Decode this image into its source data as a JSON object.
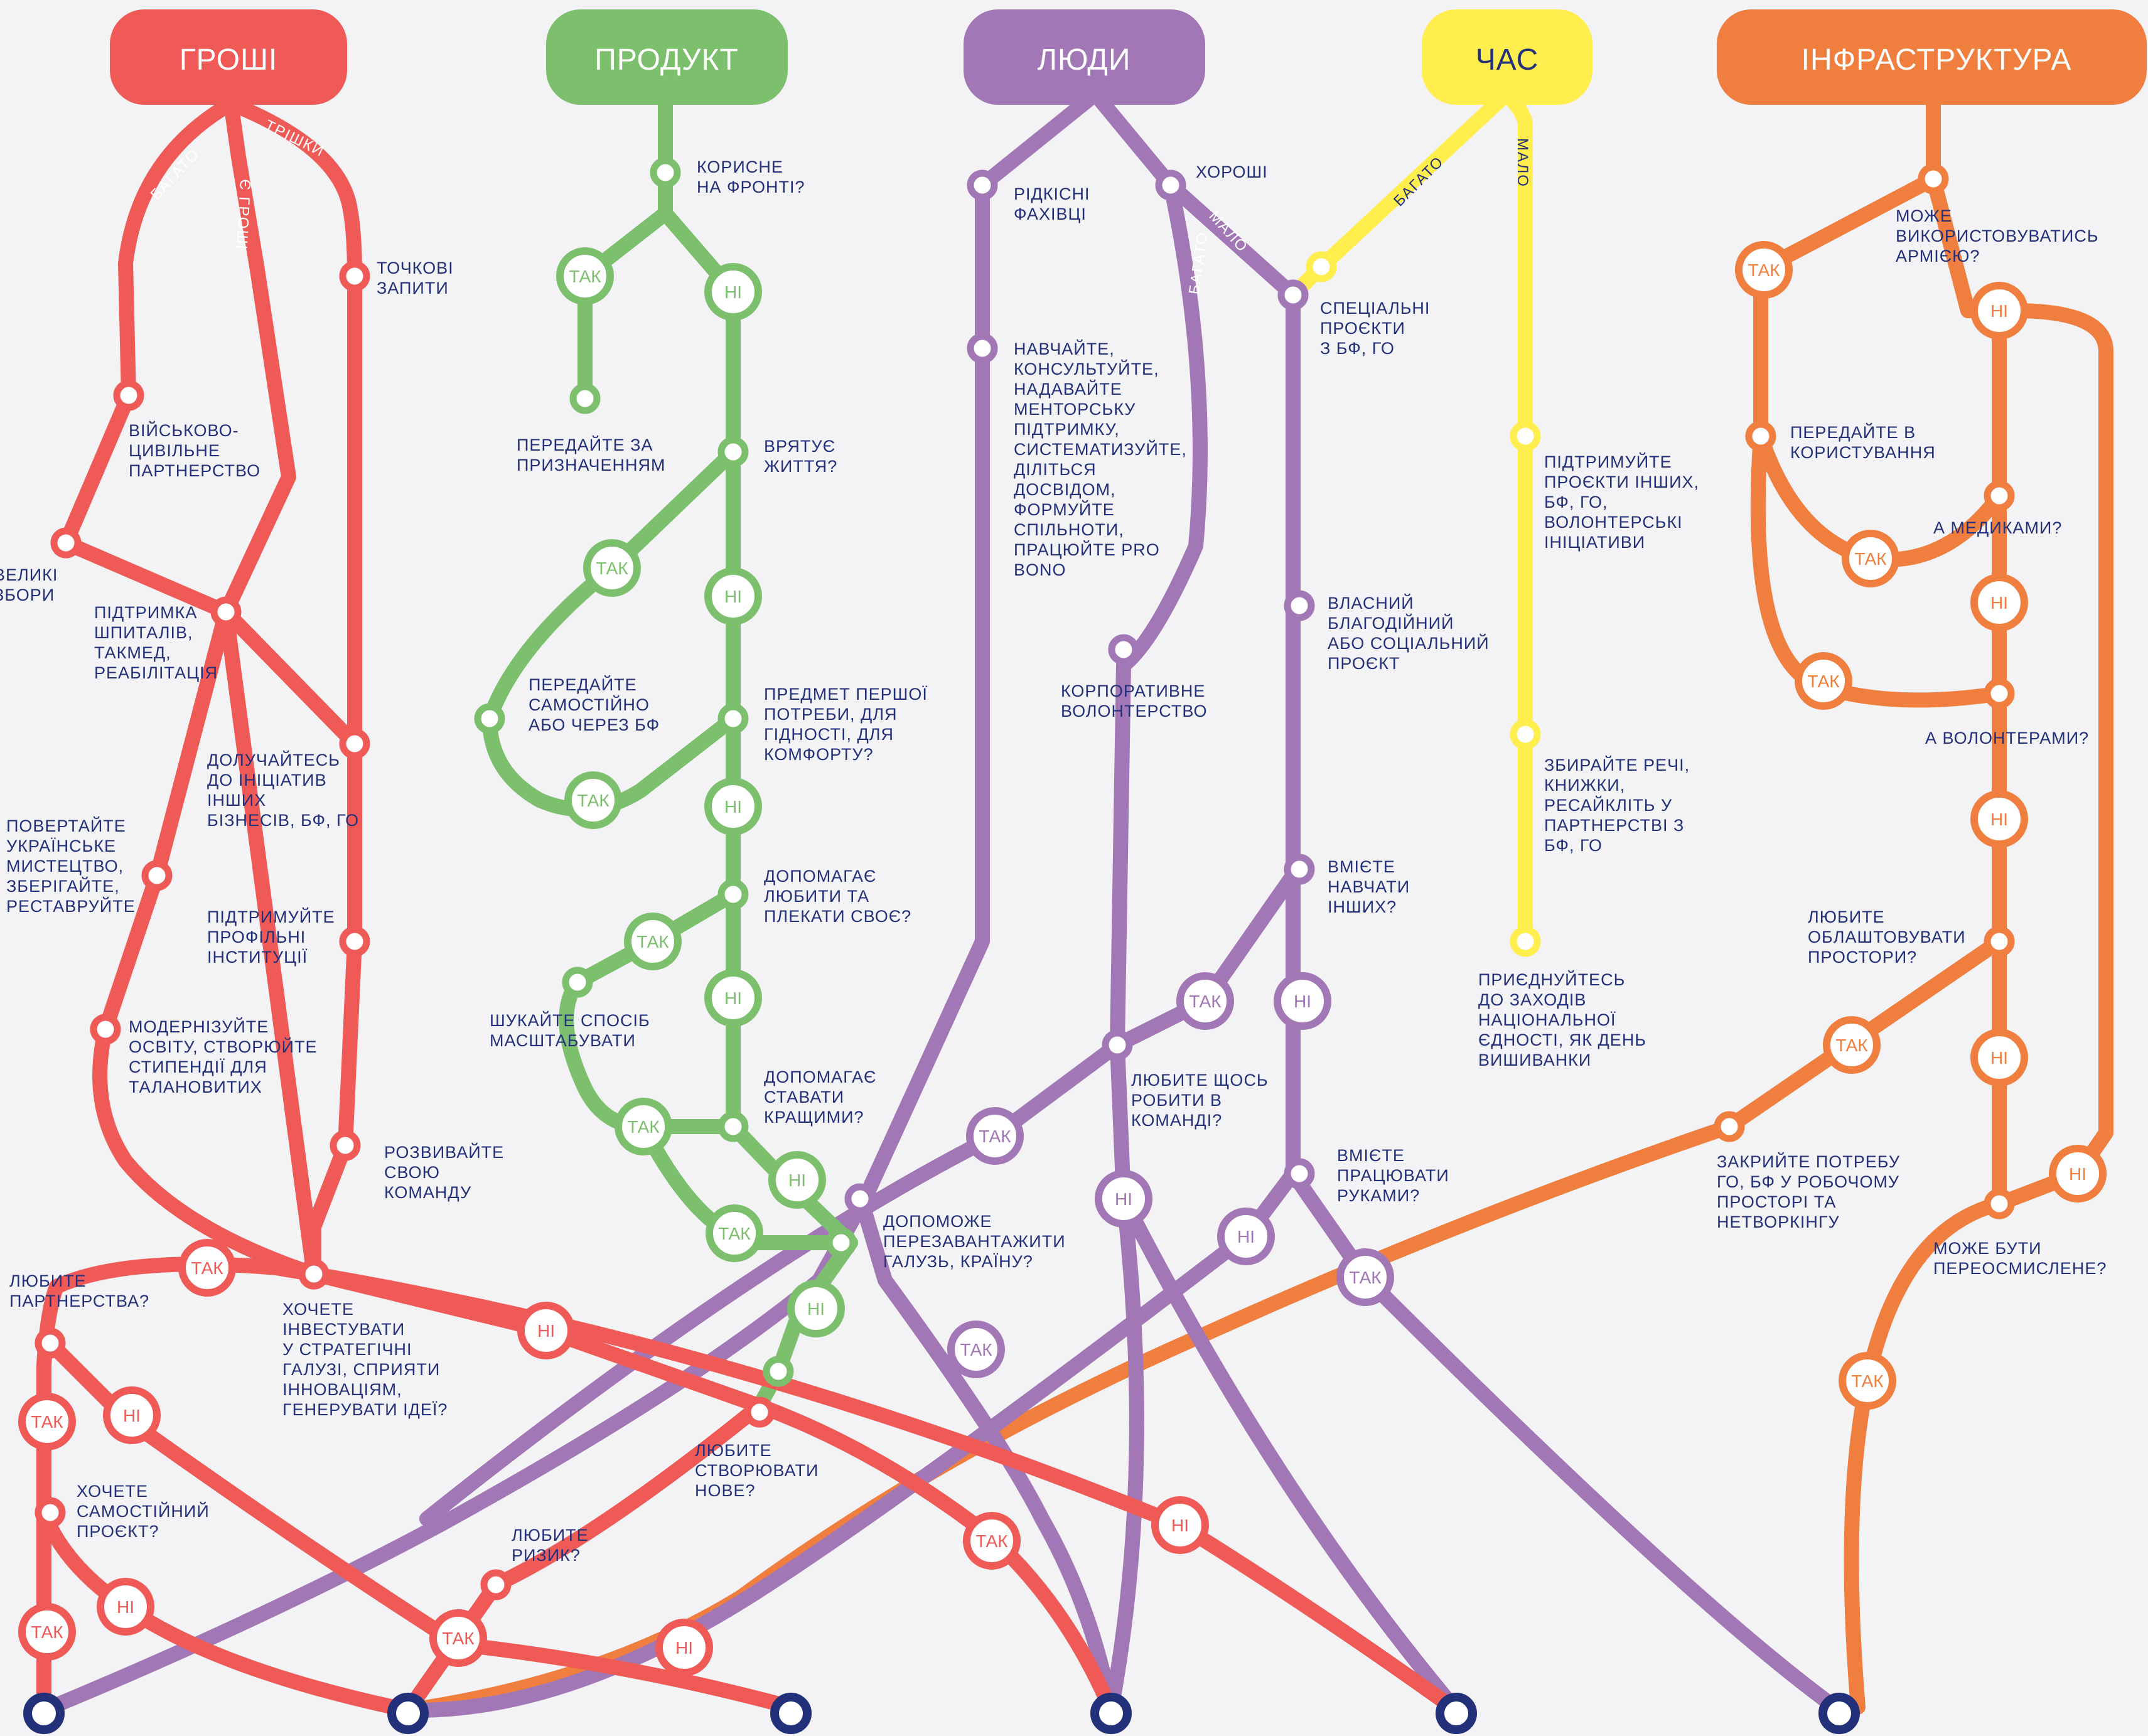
{
  "headers": {
    "money": "ГРОШІ",
    "product": "ПРОДУКТ",
    "people": "ЛЮДИ",
    "time": "ЧАС",
    "infra": "ІНФРАСТРУКТУРА"
  },
  "colors": {
    "money": "#ef5a57",
    "product": "#7cc06e",
    "people": "#a277b5",
    "time": "#ffee4d",
    "infra": "#f07f3f",
    "text": "#23307a",
    "terminal": "#23307a",
    "background": "#f3f2f4"
  },
  "line_labels": {
    "money_bahato": "БАГАТО",
    "money_tryshky": "ТРІШКИ",
    "money_ye": "Є ГРОШІ",
    "people_bahato": "БАГАТО",
    "people_malo": "МАЛО",
    "time_bahato": "БАГАТО",
    "time_malo": "МАЛО"
  },
  "answers": {
    "yes": "ТАК",
    "no": "НІ"
  },
  "stations": {
    "tochkovi": [
      "ТОЧКОВІ",
      "ЗАПИТИ"
    ],
    "viiskovo": [
      "ВІЙСЬКОВО-",
      "ЦИВІЛЬНЕ",
      "ПАРТНЕРСТВО"
    ],
    "velyki": [
      "ВЕЛИКІ",
      "ЗБОРИ"
    ],
    "pidtrymka": [
      "ПІДТРИМКА",
      "ШПИТАЛІВ,",
      "ТАКМЕД,",
      "РЕАБІЛІТАЦІЯ"
    ],
    "doluchaites": [
      "ДОЛУЧАЙТЕСЬ",
      "ДО ІНІЦІАТИВ",
      "ІНШИХ",
      "БІЗНЕСІВ, БФ, ГО"
    ],
    "povertaite": [
      "ПОВЕРТАЙТЕ",
      "УКРАЇНСЬКЕ",
      "МИСТЕЦТВО,",
      "ЗБЕРІГАЙТЕ,",
      "РЕСТАВРУЙТЕ"
    ],
    "pidtrymuite_prof": [
      "ПІДТРИМУЙТЕ",
      "ПРОФІЛЬНІ",
      "ІНСТИТУЦІЇ"
    ],
    "modernizuite": [
      "МОДЕРНІЗУЙТЕ",
      "ОСВІТУ, СТВОРЮЙТЕ",
      "СТИПЕНДІЇ ДЛЯ",
      "ТАЛАНОВИТИХ"
    ],
    "rozvyvaite": [
      "РОЗВИВАЙТЕ",
      "СВОЮ",
      "КОМАНДУ"
    ],
    "liubyte_partn": [
      "ЛЮБИТЕ",
      "ПАРТНЕРСТВА?"
    ],
    "khochete_inv": [
      "ХОЧЕТЕ",
      "ІНВЕСТУВАТИ",
      "У СТРАТЕГІЧНІ",
      "ГАЛУЗІ, СПРИЯТИ",
      "ІННОВАЦІЯМ,",
      "ГЕНЕРУВАТИ ІДЕЇ?"
    ],
    "khochete_sam": [
      "ХОЧЕТЕ",
      "САМОСТІЙНИЙ",
      "ПРОЄКТ?"
    ],
    "liubyte_ryzyk": [
      "ЛЮБИТЕ",
      "РИЗИК?"
    ],
    "liubyte_stvor": [
      "ЛЮБИТЕ",
      "СТВОРЮВАТИ",
      "НОВЕ?"
    ],
    "korysne": [
      "КОРИСНЕ",
      "НА ФРОНТІ?"
    ],
    "peredaite_pryzn": [
      "ПЕРЕДАЙТЕ ЗА",
      "ПРИЗНАЧЕННЯМ"
    ],
    "vriatuie": [
      "ВРЯТУЄ",
      "ЖИТТЯ?"
    ],
    "peredaite_sam": [
      "ПЕРЕДАЙТЕ",
      "САМОСТІЙНО",
      "АБО ЧЕРЕЗ БФ"
    ],
    "predmet": [
      "ПРЕДМЕТ ПЕРШОЇ",
      "ПОТРЕБИ, ДЛЯ",
      "ГІДНОСТІ, ДЛЯ",
      "КОМФОРТУ?"
    ],
    "dopomahaie_liub": [
      "ДОПОМАГАЄ",
      "ЛЮБИТИ ТА",
      "ПЛЕКАТИ СВОЄ?"
    ],
    "shukaite": [
      "ШУКАЙТЕ СПОСІБ",
      "МАСШТАБУВАТИ"
    ],
    "dopomahaie_krash": [
      "ДОПОМАГАЄ",
      "СТАВАТИ",
      "КРАЩИМИ?"
    ],
    "dopomozhe": [
      "ДОПОМОЖЕ",
      "ПЕРЕЗАВАНТАЖИТИ",
      "ГАЛУЗЬ, КРАЇНУ?"
    ],
    "ridkisni": [
      "РІДКІСНІ",
      "ФАХІВЦІ"
    ],
    "navchaite": [
      "НАВЧАЙТЕ,",
      "КОНСУЛЬТУЙТЕ,",
      "НАДАВАЙТЕ",
      "МЕНТОРСЬКУ",
      "ПІДТРИМКУ,",
      "СИСТЕМАТИЗУЙТЕ,",
      "ДІЛІТЬСЯ",
      "ДОСВІДОМ,",
      "ФОРМУЙТЕ",
      "СПІЛЬНОТИ,",
      "ПРАЦЮЙТЕ PRO",
      "BONO"
    ],
    "khoroshi": [
      "ХОРОШІ"
    ],
    "spetsialni": [
      "СПЕЦІАЛЬНІ",
      "ПРОЄКТИ",
      "З БФ, ГО"
    ],
    "korporatyvne": [
      "КОРПОРАТИВНЕ",
      "ВОЛОНТЕРСТВО"
    ],
    "vlasnyi": [
      "ВЛАСНИЙ",
      "БЛАГОДІЙНИЙ",
      "АБО СОЦІАЛЬНИЙ",
      "ПРОЄКТ"
    ],
    "vmiete_navch": [
      "ВМІЄТЕ",
      "НАВЧАТИ",
      "ІНШИХ?"
    ],
    "liubyte_komanda": [
      "ЛЮБИТЕ ЩОСЬ",
      "РОБИТИ В",
      "КОМАНДІ?"
    ],
    "vmiete_prats": [
      "ВМІЄТЕ",
      "ПРАЦЮВАТИ",
      "РУКАМИ?"
    ],
    "pidtrymuite_inshykh": [
      "ПІДТРИМУЙТЕ",
      "ПРОЄКТИ ІНШИХ,",
      "БФ, ГО,",
      "ВОЛОНТЕРСЬКІ",
      "ІНІЦІАТИВИ"
    ],
    "zbyraite": [
      "ЗБИРАЙТЕ РЕЧІ,",
      "КНИЖКИ,",
      "РЕСАЙКЛІТЬ У",
      "ПАРТНЕРСТВІ З",
      "БФ, ГО"
    ],
    "pryiednuites": [
      "ПРИЄДНУЙТЕСЬ",
      "ДО ЗАХОДІВ",
      "НАЦІОНАЛЬНОЇ",
      "ЄДНОСТІ, ЯК ДЕНЬ",
      "ВИШИВАНКИ"
    ],
    "mozhe_armiia": [
      "МОЖЕ",
      "ВИКОРИСТОВУВАТИСЬ",
      "АРМІЄЮ?"
    ],
    "peredaite_korys": [
      "ПЕРЕДАЙТЕ В",
      "КОРИСТУВАННЯ"
    ],
    "a_medykamy": [
      "А МЕДИКАМИ?"
    ],
    "a_volonteramy": [
      "А ВОЛОНТЕРАМИ?"
    ],
    "liubyte_oblasht": [
      "ЛЮБИТЕ",
      "ОБЛАШТОВУВАТИ",
      "ПРОСТОРИ?"
    ],
    "zakryite": [
      "ЗАКРИЙТЕ ПОТРЕБУ",
      "ГО, БФ У РОБОЧОМУ",
      "ПРОСТОРІ ТА",
      "НЕТВОРКІНГУ"
    ],
    "mozhe_pereosm": [
      "МОЖЕ БУТИ",
      "ПЕРЕОСМИСЛЕНЕ?"
    ]
  }
}
